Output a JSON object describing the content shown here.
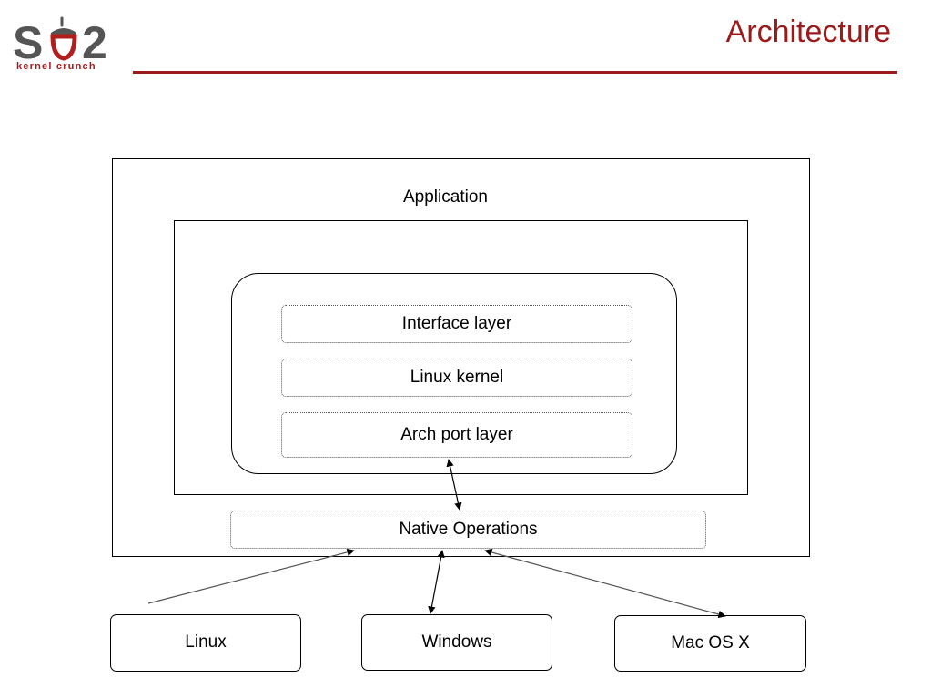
{
  "header": {
    "title": "Architecture",
    "logo_text": "S02",
    "logo_subtitle": "kernel crunch",
    "accent_color": "#9b1a1a"
  },
  "diagram": {
    "application_label": "Application",
    "layers": [
      "Interface layer",
      "Linux kernel",
      "Arch port layer"
    ],
    "native_label": "Native Operations",
    "hosts": [
      "Linux",
      "Windows",
      "Mac OS X"
    ]
  }
}
